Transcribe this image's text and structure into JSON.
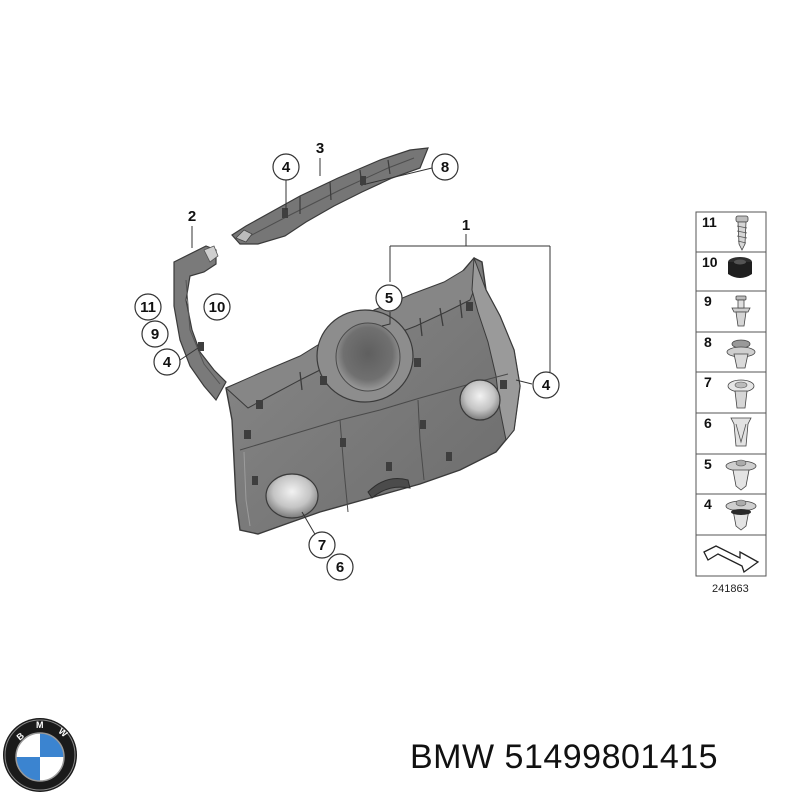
{
  "diagram": {
    "callouts": {
      "c1": "1",
      "c2": "2",
      "c3": "3",
      "c4a": "4",
      "c4b": "4",
      "c4c": "4",
      "c5": "5",
      "c6": "6",
      "c7": "7",
      "c8": "8",
      "c9": "9",
      "c10": "10",
      "c11": "11"
    },
    "legend": [
      "11",
      "10",
      "9",
      "8",
      "7",
      "6",
      "5",
      "4"
    ],
    "diagram_number": "241863"
  },
  "logo": {
    "letters": "BMW",
    "colors": {
      "blue": "#3b84d0",
      "ring": "#111111",
      "white": "#ffffff"
    }
  },
  "caption": {
    "brand": "BMW",
    "part_number": "51499801415"
  },
  "colors": {
    "part_fill": "#7d7d7d",
    "part_dark": "#555555",
    "part_light": "#a8a8a8",
    "line": "#333333"
  }
}
